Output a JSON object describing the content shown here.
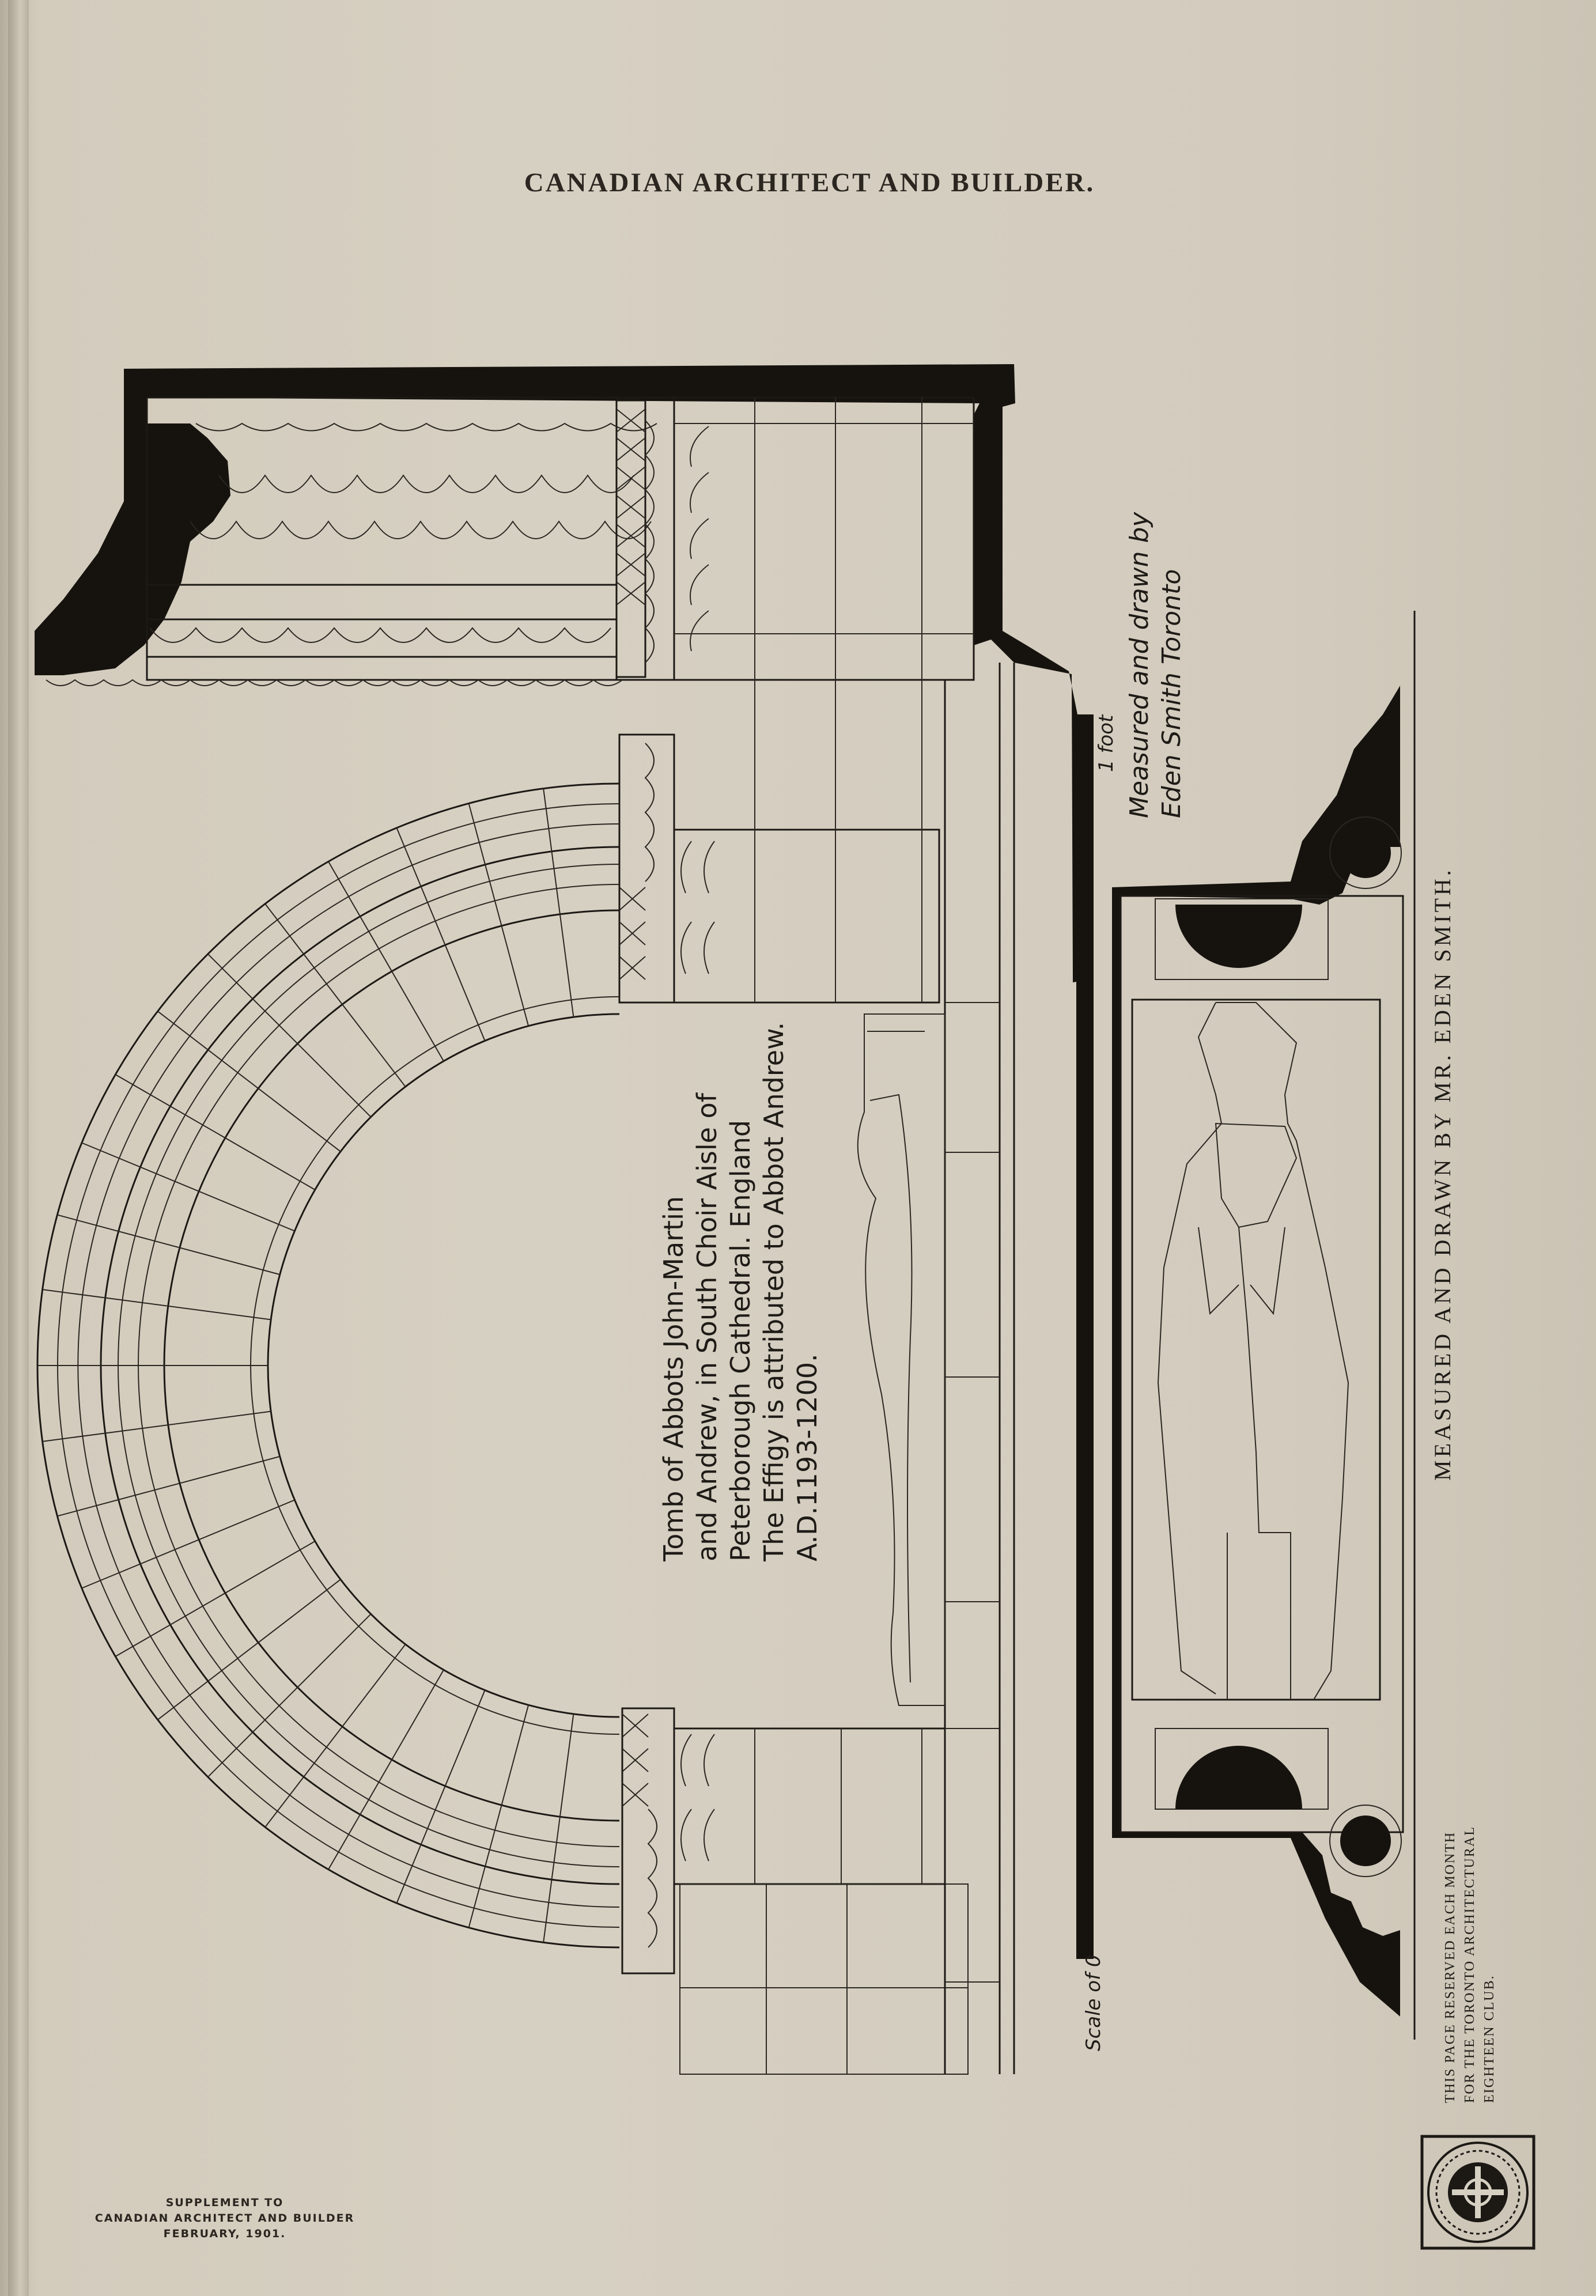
{
  "header": {
    "title": "CANADIAN ARCHITECT AND BUILDER."
  },
  "caption": {
    "lines": [
      "Tomb of Abbots John-Martin",
      "and Andrew, in South Choir Aisle of",
      "Peterborough Cathedral. England",
      "The Effigy is attributed to Abbot Andrew.",
      "A.D.1193-1200."
    ]
  },
  "signature": {
    "line1": "Measured and drawn by",
    "line2": "Eden Smith Toronto"
  },
  "scale": {
    "label": "Scale of",
    "unit": "1 foot",
    "zero": "0"
  },
  "credit": {
    "text": "MEASURED AND DRAWN BY MR. EDEN SMITH."
  },
  "reserved": {
    "lines": [
      "THIS PAGE RESERVED EACH MONTH",
      "FOR THE TORONTO ARCHITECTURAL",
      "EIGHTEEN CLUB."
    ]
  },
  "supplement": {
    "lines": [
      "SUPPLEMENT TO",
      "CANADIAN ARCHITECT AND BUILDER",
      "FEBRUARY, 1901."
    ]
  }
}
